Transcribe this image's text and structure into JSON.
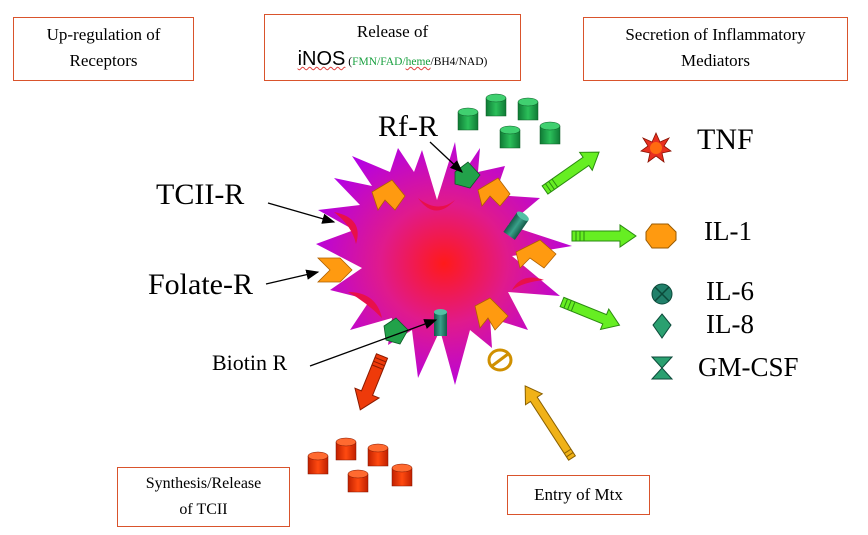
{
  "boxes": {
    "upregulation": {
      "line1": "Up-regulation of",
      "line2": "Receptors"
    },
    "release": {
      "line1": "Release of",
      "inos": "iNOS",
      "paren_open": " (",
      "fmn_fad": "FMN/FAD/",
      "heme": "heme",
      "rest": "/BH4/NAD)"
    },
    "secretion": {
      "line1": "Secretion of Inflammatory",
      "line2": "Mediators"
    },
    "synthesis": {
      "line1": "Synthesis/Release",
      "line2": "of TCII"
    },
    "entry": {
      "label": "Entry of Mtx"
    }
  },
  "receptor_labels": {
    "rfr": "Rf-R",
    "tcii": "TCII-R",
    "folate": "Folate-R",
    "biotin": "Biotin R"
  },
  "mediators": {
    "tnf": "TNF",
    "il1": "IL-1",
    "il6": "IL-6",
    "il8": "IL-8",
    "gmcsf": "GM-CSF"
  },
  "colors": {
    "box_border": "#d9532c",
    "cell_outer": "#c000e0",
    "cell_core": "#ff2020",
    "receptor_orange": "#ff9a10",
    "receptor_crimson": "#e8104a",
    "receptor_green": "#22a24a",
    "teal": "#21806a",
    "green_arrow": "#66ee22",
    "red_arrow": "#ee3a0a",
    "yellow_arrow": "#f0b218"
  }
}
